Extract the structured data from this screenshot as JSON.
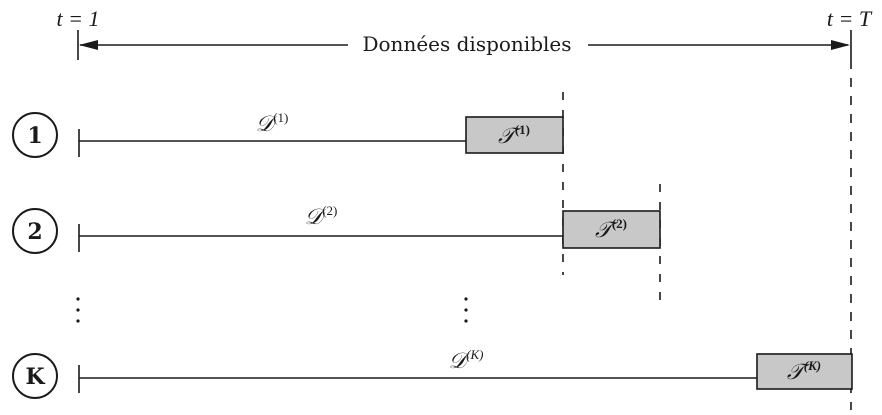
{
  "header": {
    "t_start": "t = 1",
    "t_end": "t = T",
    "span_label": "Données disponibles"
  },
  "rows": [
    {
      "id": "1",
      "train_base": "𝒟",
      "train_sup": "(1)",
      "test_base": "𝒯",
      "test_sup": "(1)"
    },
    {
      "id": "2",
      "train_base": "𝒟",
      "train_sup": "(2)",
      "test_base": "𝒯",
      "test_sup": "(2)"
    },
    {
      "id": "K",
      "train_base": "𝒟",
      "train_sup": "(K)",
      "test_base": "𝒯",
      "test_sup": "(K)"
    }
  ],
  "colors": {
    "ink": "#1a1a1a",
    "test_fill": "#c8c8c8"
  }
}
